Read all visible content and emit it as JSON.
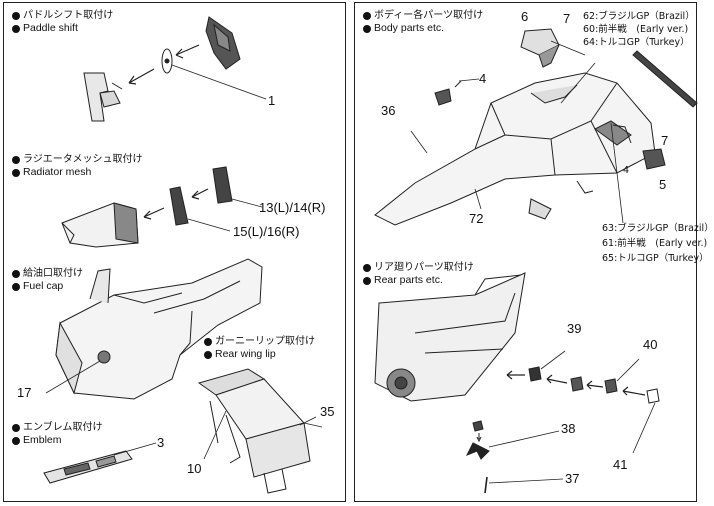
{
  "left": {
    "paddle": {
      "jp": "パドルシフト取付け",
      "en": "Paddle shift",
      "parts": [
        "1"
      ]
    },
    "radiator": {
      "jp": "ラジエータメッシュ取付け",
      "en": "Radiator mesh",
      "parts": [
        "13(L)/14(R)",
        "15(L)/16(R)"
      ]
    },
    "fuel": {
      "jp": "給油口取付け",
      "en": "Fuel cap",
      "parts": [
        "17"
      ]
    },
    "gurney": {
      "jp": "ガーニーリップ取付け",
      "en": "Rear wing lip",
      "parts": [
        "35",
        "10"
      ]
    },
    "emblem": {
      "jp": "エンブレム取付け",
      "en": "Emblem",
      "parts": [
        "3"
      ]
    }
  },
  "right": {
    "body": {
      "jp": "ボディー各パーツ取付け",
      "en": "Body parts etc.",
      "parts": [
        "6",
        "7",
        "4",
        "36",
        "7",
        "5",
        "72"
      ]
    },
    "variants_top": [
      "62:ブラジルGP（Brazil）",
      "60:前半戦　(Early ver.)",
      "64:トルコGP（Turkey）"
    ],
    "variants_bottom": [
      "63:ブラジルGP（Brazil）",
      "61:前半戦　(Early ver.)",
      "65:トルコGP（Turkey）"
    ],
    "rear": {
      "jp": "リア廻りパーツ取付け",
      "en": "Rear parts etc.",
      "parts": [
        "39",
        "40",
        "38",
        "41",
        "37"
      ]
    },
    "small_4": "4"
  }
}
